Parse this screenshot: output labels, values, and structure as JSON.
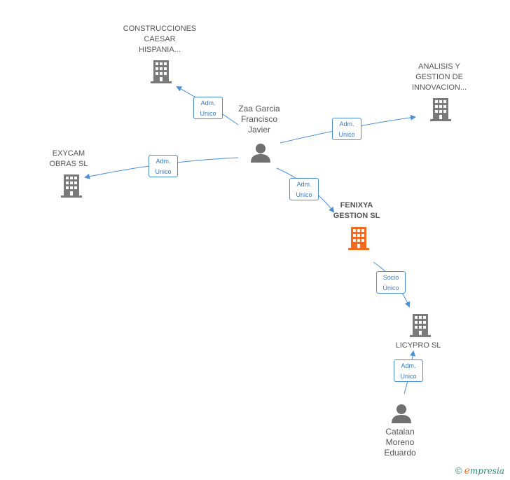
{
  "nodes": {
    "construcciones": {
      "label_lines": [
        "CONSTRUCCIONES",
        "CAESAR",
        "HISPANIA..."
      ],
      "type": "company",
      "highlight": false
    },
    "analisis": {
      "label_lines": [
        "ANALISIS Y",
        "GESTION DE",
        "INNOVACION..."
      ],
      "type": "company",
      "highlight": false
    },
    "zaa": {
      "label_lines": [
        "Zaa Garcia",
        "Francisco",
        "Javier"
      ],
      "type": "person"
    },
    "exycam": {
      "label_lines": [
        "EXYCAM",
        "OBRAS SL"
      ],
      "type": "company",
      "highlight": false
    },
    "fenixya": {
      "label_lines": [
        "FENIXYA",
        "GESTION SL"
      ],
      "type": "company",
      "highlight": true
    },
    "licypro": {
      "label_lines": [
        "LICYPRO SL"
      ],
      "type": "company",
      "highlight": false
    },
    "catalan": {
      "label_lines": [
        "Catalan",
        "Moreno",
        "Eduardo"
      ],
      "type": "person"
    }
  },
  "relations": [
    {
      "id": "r1",
      "lines": [
        "Adm.",
        "Unico"
      ],
      "from": "zaa",
      "to": "construcciones"
    },
    {
      "id": "r2",
      "lines": [
        "Adm.",
        "Unico"
      ],
      "from": "zaa",
      "to": "analisis"
    },
    {
      "id": "r3",
      "lines": [
        "Adm.",
        "Unico"
      ],
      "from": "zaa",
      "to": "exycam"
    },
    {
      "id": "r4",
      "lines": [
        "Adm.",
        "Unico"
      ],
      "from": "zaa",
      "to": "fenixya"
    },
    {
      "id": "r5",
      "lines": [
        "Socio",
        "Único"
      ],
      "from": "fenixya",
      "to": "licypro"
    },
    {
      "id": "r6",
      "lines": [
        "Adm.",
        "Unico"
      ],
      "from": "catalan",
      "to": "licypro"
    }
  ],
  "colors": {
    "company_icon": "#7a7a7a",
    "highlight_icon": "#f26b21",
    "person_icon": "#707070",
    "edge": "#4a90d9",
    "label_text": "#555555"
  },
  "footer": {
    "copyright_symbol": "©",
    "brand_initial": "e",
    "brand_rest": "mpresia"
  }
}
